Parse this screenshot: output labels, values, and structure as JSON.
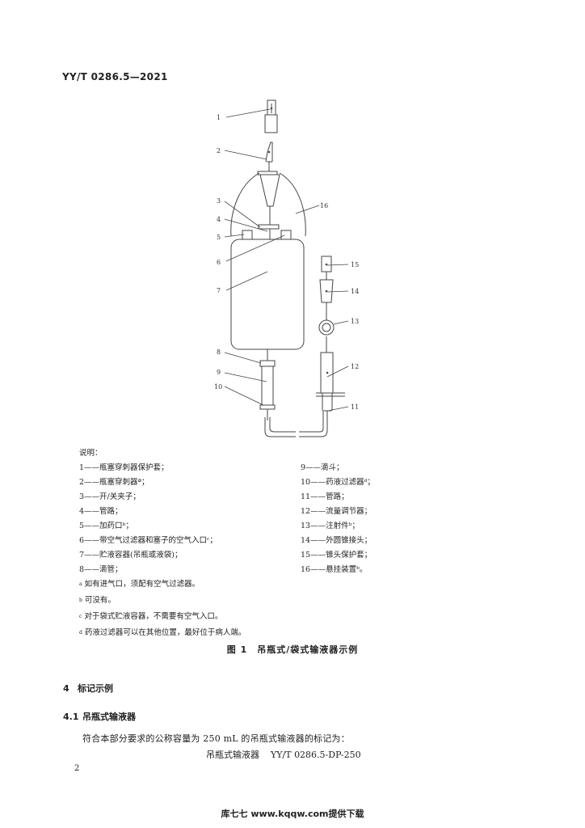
{
  "header": {
    "doc_code": "YY/T 0286.5—2021"
  },
  "figure": {
    "callouts": [
      "1",
      "2",
      "3",
      "4",
      "5",
      "6",
      "7",
      "8",
      "9",
      "10",
      "11",
      "12",
      "13",
      "14",
      "15",
      "16"
    ],
    "legend_title": "说明：",
    "legend_left": [
      "1——瓶塞穿刺器保护套；",
      "2——瓶塞穿刺器ª；",
      "3——开/关夹子；",
      "4——管路；",
      "5——加药口ᵇ；",
      "6——带空气过滤器和塞子的空气入口ᶜ；",
      "7——贮液容器(吊瓶或液袋)；",
      "8——滴管；"
    ],
    "legend_right": [
      "9——滴斗；",
      "10——药液过滤器ᵈ；",
      "11——管路；",
      "12——流量调节器；",
      "13——注射件ᵇ；",
      "14——外圆锥接头；",
      "15——锥头保护套；",
      "16——悬挂装置ᵇ。"
    ],
    "notes": [
      {
        "mark": "a",
        "text": "如有进气口，须配有空气过滤器。"
      },
      {
        "mark": "b",
        "text": "可没有。"
      },
      {
        "mark": "c",
        "text": "对于袋式贮液容器，不需要有空气入口。"
      },
      {
        "mark": "d",
        "text": "药液过滤器可以在其他位置，最好位于病人端。"
      }
    ],
    "caption": "图 1　吊瓶式/袋式输液器示例"
  },
  "section4": {
    "number": "4",
    "title": "标记示例",
    "sub": {
      "number": "4.1",
      "title": "吊瓶式输液器",
      "paragraph": "符合本部分要求的公称容量为 250 mL 的吊瓶式输液器的标记为：",
      "marking_name": "吊瓶式输液器",
      "marking_code": "YY/T 0286.5-DP-250"
    }
  },
  "page_number": "2",
  "footer": "库七七 www.kqqw.com提供下载"
}
